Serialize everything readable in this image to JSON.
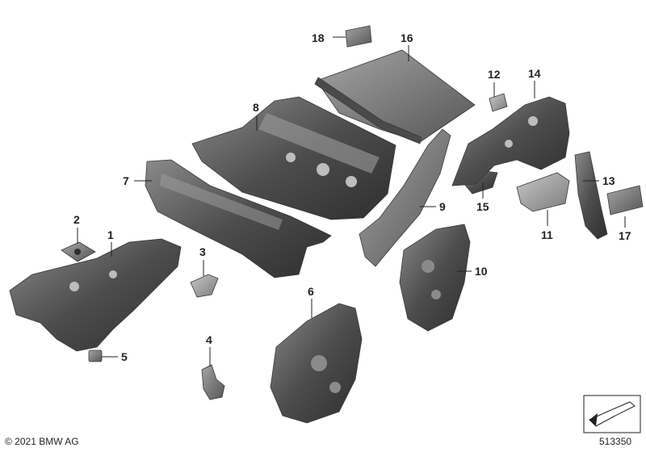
{
  "callouts": {
    "c1": "1",
    "c2": "2",
    "c3": "3",
    "c4": "4",
    "c5": "5",
    "c6": "6",
    "c7": "7",
    "c8": "8",
    "c9": "9",
    "c10": "10",
    "c11": "11",
    "c12": "12",
    "c13": "13",
    "c14": "14",
    "c15": "15",
    "c16": "16",
    "c17": "17",
    "c18": "18"
  },
  "footer": {
    "copyright": "© 2021 BMW AG",
    "doc_number": "513350"
  },
  "colors": {
    "part_dark": "#4a4a4a",
    "part_mid": "#6b6b6b",
    "part_light": "#9a9a9a",
    "leader": "#222222"
  }
}
